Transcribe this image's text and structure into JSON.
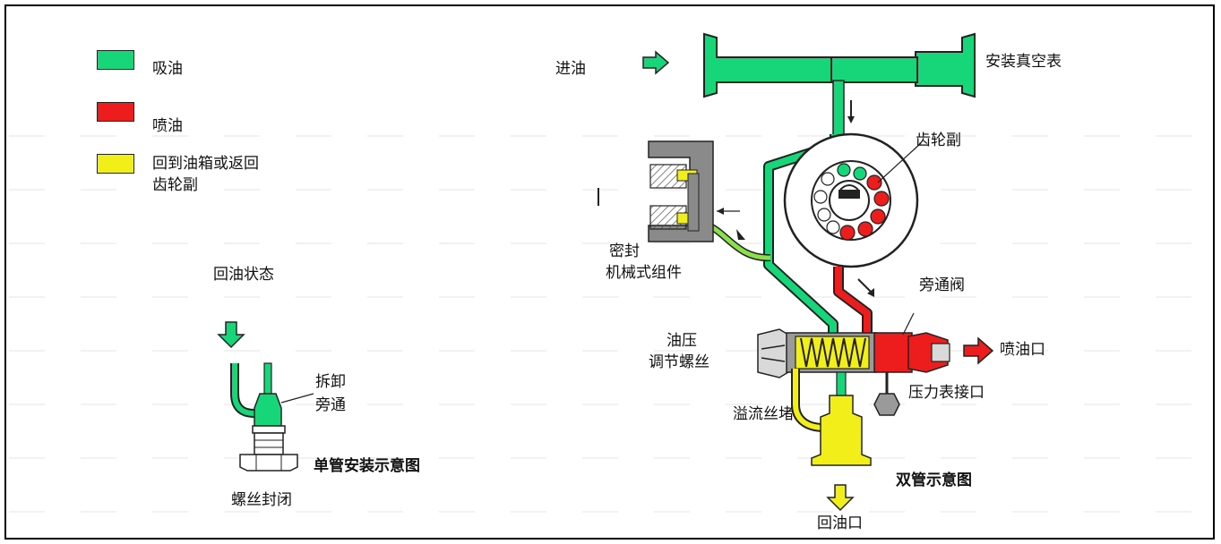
{
  "colors": {
    "suction": "#17d67a",
    "spray": "#ee1d1d",
    "return": "#f2ee1a",
    "metal": "#8a8a8a"
  },
  "legend": [
    {
      "label": "吸油",
      "color": "#17d67a"
    },
    {
      "label": "喷油",
      "color": "#ee1d1d"
    },
    {
      "label": "回到油箱或返回",
      "color": "#f2ee1a"
    }
  ],
  "legend_line2": "齿轮副",
  "labels": {
    "inlet": "进油",
    "vacuum_gauge": "安装真空表",
    "gear_set": "齿轮副",
    "seal_line1": "密封",
    "seal_line2": "机械式组件",
    "bypass_valve": "旁通阀",
    "adjust_line1": "油压",
    "adjust_line2": "调节螺丝",
    "nozzle_outlet": "喷油口",
    "gauge_port": "压力表接口",
    "overflow_plug": "溢流丝堵",
    "return_outlet": "回油口",
    "return_state": "回油状态",
    "remove_line1": "拆卸",
    "remove_line2": "旁通",
    "screw_seal": "螺丝封闭"
  },
  "titles": {
    "single_pipe": "单管安装示意图",
    "double_pipe": "双管示意图"
  }
}
